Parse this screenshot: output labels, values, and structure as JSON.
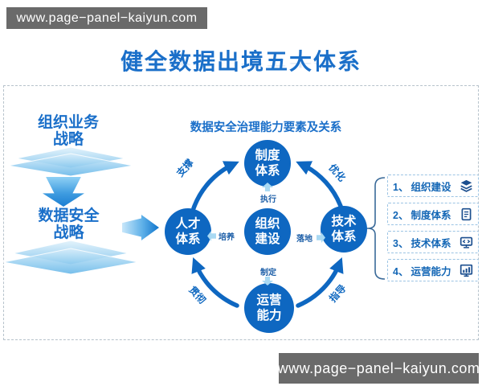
{
  "watermarks": {
    "top": "www.page−panel−kaiyun.com",
    "bottom": "www.page−panel−kaiyun.com"
  },
  "title": {
    "text": "健全数据出境五大体系"
  },
  "left_flow": {
    "top": {
      "line1": "组织业务",
      "line2": "战略"
    },
    "bottom": {
      "line1": "数据安全",
      "line2": "战略"
    }
  },
  "diagram": {
    "header": "数据安全治理能力要素及关系",
    "nodes": {
      "top": {
        "line1": "制度",
        "line2": "体系"
      },
      "left": {
        "line1": "人才",
        "line2": "体系"
      },
      "center": {
        "line1": "组织",
        "line2": "建设"
      },
      "right": {
        "line1": "技术",
        "line2": "体系"
      },
      "bottom": {
        "line1": "运营",
        "line2": "能力"
      }
    },
    "arc_labels": {
      "top_left": "支撑",
      "top_right": "优化",
      "bottom_left": "贯彻",
      "bottom_right": "指导"
    },
    "inner_labels": {
      "up": "执行",
      "left": "培养",
      "right": "落地",
      "down": "制定"
    }
  },
  "legend": {
    "items": [
      {
        "num": "1、",
        "label": "组织建设",
        "icon": "layers-icon"
      },
      {
        "num": "2、",
        "label": "制度体系",
        "icon": "document-icon"
      },
      {
        "num": "3、",
        "label": "技术体系",
        "icon": "code-monitor-icon"
      },
      {
        "num": "4、",
        "label": "运营能力",
        "icon": "bar-chart-icon"
      }
    ]
  },
  "colors": {
    "primary_blue": "#0e67c1",
    "title_blue": "#1a6fc9",
    "light_arrow_blue": "#a9d9f3",
    "legend_text_blue": "#1366b5",
    "legend_border_blue": "#9cc4e4",
    "watermark_gray": "#6a6a6a"
  }
}
